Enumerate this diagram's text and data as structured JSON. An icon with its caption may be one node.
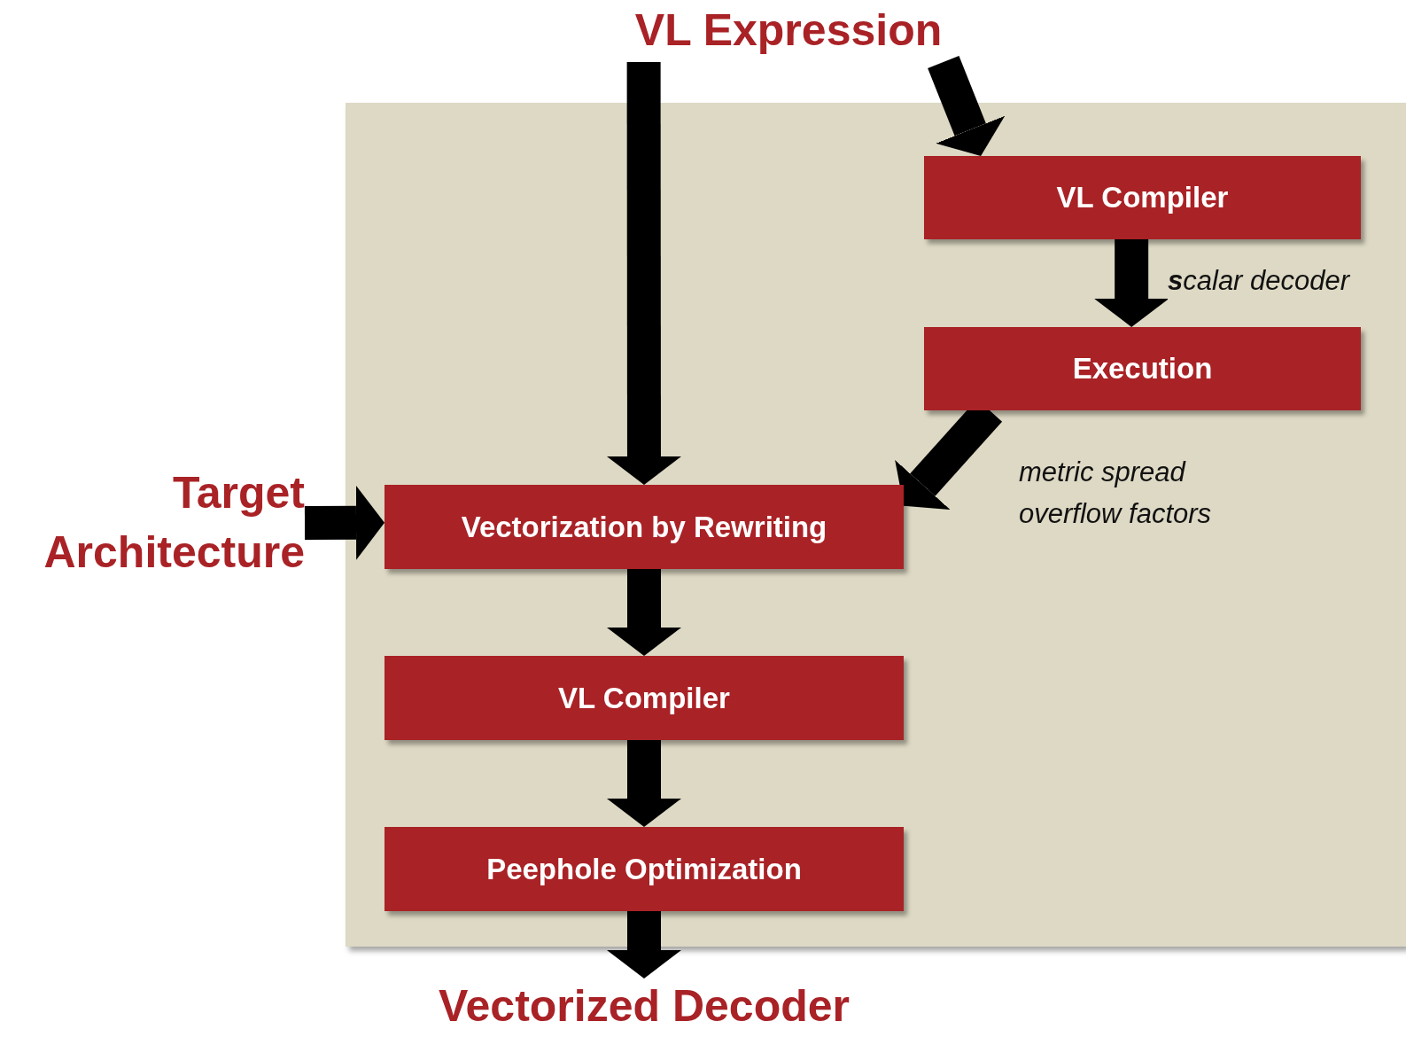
{
  "diagram": {
    "nodes": [
      {
        "text": [
          "VL Expression"
        ]
      },
      {
        "text": [],
        "shape": "box"
      },
      {
        "text": [
          "VL Compiler"
        ],
        "in": 1
      },
      {
        "text": [
          "Execution"
        ],
        "in": 1
      },
      {
        "text": [
          "Target Architecture"
        ]
      },
      {
        "text": [
          "Vectorization by Rewriting"
        ],
        "in": 1
      },
      {
        "text": [
          "VL Compiler"
        ],
        "in": 1
      },
      {
        "text": [
          "Peephole Optimization"
        ],
        "in": 1
      },
      {
        "text": [
          "Vectorized Decoder"
        ]
      }
    ],
    "edges": [
      {
        "from": 0,
        "to": 5,
        "arrow": "to"
      },
      {
        "from": 0,
        "to": 2,
        "arrow": "to"
      },
      {
        "from": 2,
        "to": 3,
        "arrow": "to",
        "label": "**s**calar decoder"
      },
      {
        "from": 3,
        "to": 5,
        "arrow": "to",
        "label": "metric spread overflow factors"
      },
      {
        "from": 4,
        "to": 5,
        "arrow": "to"
      },
      {
        "from": 5,
        "to": 6,
        "arrow": "to"
      },
      {
        "from": 6,
        "to": 7,
        "arrow": "to"
      },
      {
        "from": 7,
        "to": 8,
        "arrow": "to"
      }
    ]
  }
}
